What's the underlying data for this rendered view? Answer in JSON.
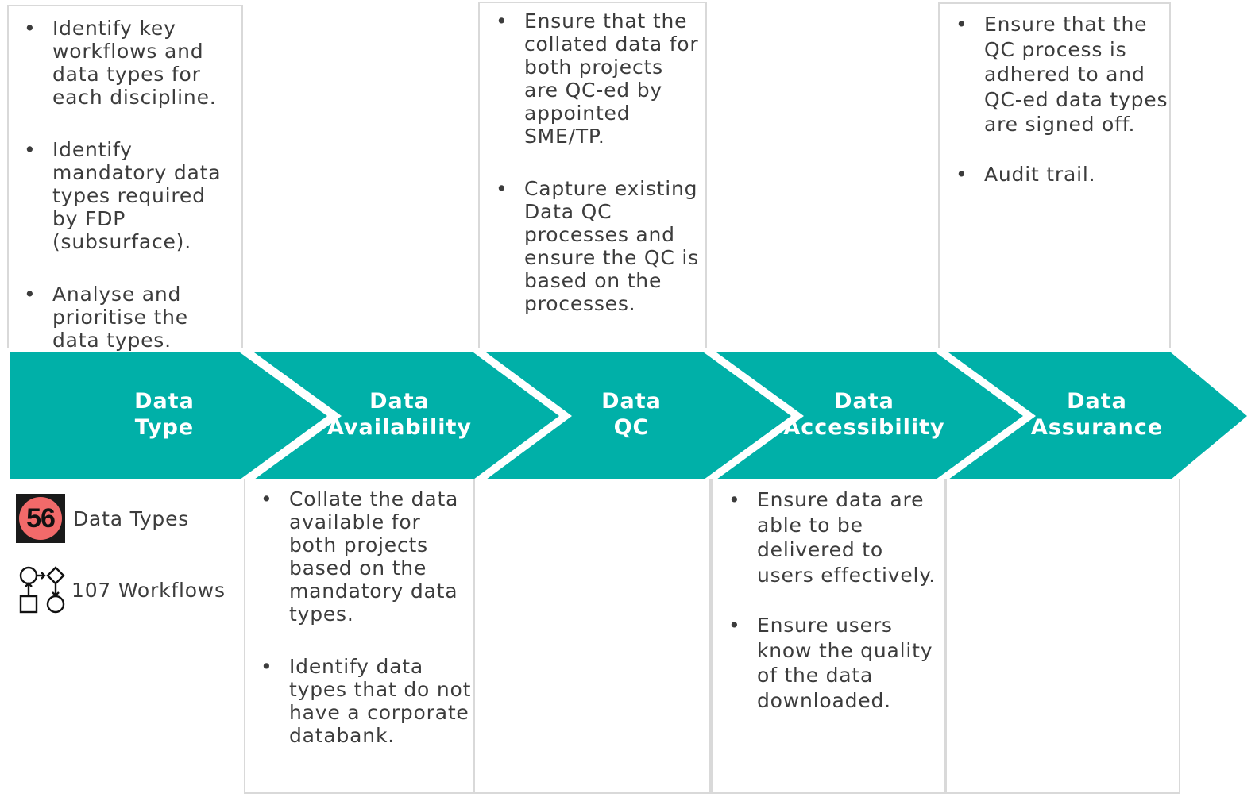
{
  "colors": {
    "band": "#00b0a8",
    "label": "#ffffff",
    "border": "#d9d9d9",
    "text": "#3c3c3c",
    "badge": "#f26a6a"
  },
  "stages": [
    {
      "line1": "Data",
      "line2": "Type"
    },
    {
      "line1": "Data",
      "line2": "Availability"
    },
    {
      "line1": "Data",
      "line2": "QC"
    },
    {
      "line1": "Data",
      "line2": "Accessibility"
    },
    {
      "line1": "Data",
      "line2": "Assurance"
    }
  ],
  "data_type": {
    "bullets": [
      "Identify key workflows and data types for each discipline.",
      "Identify mandatory data types required by FDP (subsurface).",
      "Analyse and prioritise the data types."
    ],
    "stats": {
      "badge_number": "56",
      "badge_label": "Data Types",
      "workflows_label": "107 Workflows",
      "workflow_icon": "workflow-icon",
      "badge_icon": "number-badge-icon"
    }
  },
  "data_availability": {
    "bullets": [
      "Collate the data available for both projects based on the mandatory data types.",
      "Identify data types that do not have a corporate databank."
    ]
  },
  "data_qc": {
    "bullets": [
      "Ensure that the collated data for both projects are QC-ed by appointed SME/TP.",
      "Capture existing Data QC processes and ensure the QC is based on the processes."
    ]
  },
  "data_accessibility": {
    "bullets": [
      "Ensure data are able to be delivered to users effectively.",
      "Ensure users know the quality of the data downloaded."
    ]
  },
  "data_assurance": {
    "bullets": [
      "Ensure that the QC process is adhered to and QC-ed data types are signed off.",
      "Audit trail."
    ]
  }
}
